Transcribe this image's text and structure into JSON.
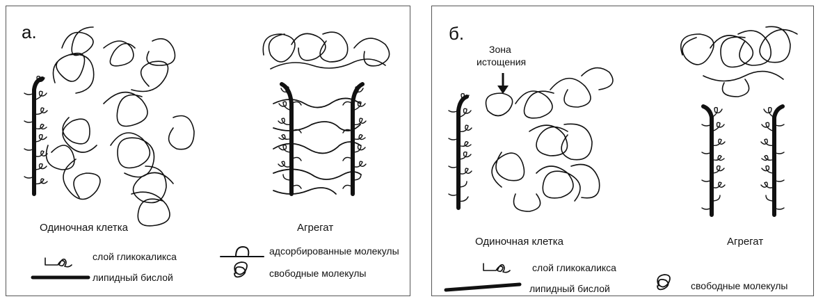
{
  "panel_a": {
    "letter": "а.",
    "single_cell": "Одиночная клетка",
    "aggregate": "Агрегат",
    "legend": {
      "glycocalyx": "слой гликокаликса",
      "bilayer": "липидный бислой",
      "adsorbed": "адсорбированные молекулы",
      "free": "свободные молекулы"
    }
  },
  "panel_b": {
    "letter": "б.",
    "depletion_zone_line1": "Зона",
    "depletion_zone_line2": "истощения",
    "single_cell": "Одиночная клетка",
    "aggregate": "Агрегат",
    "legend": {
      "glycocalyx": "слой гликокаликса",
      "bilayer": "липидный бислой",
      "free": "свободные молекулы"
    }
  }
}
